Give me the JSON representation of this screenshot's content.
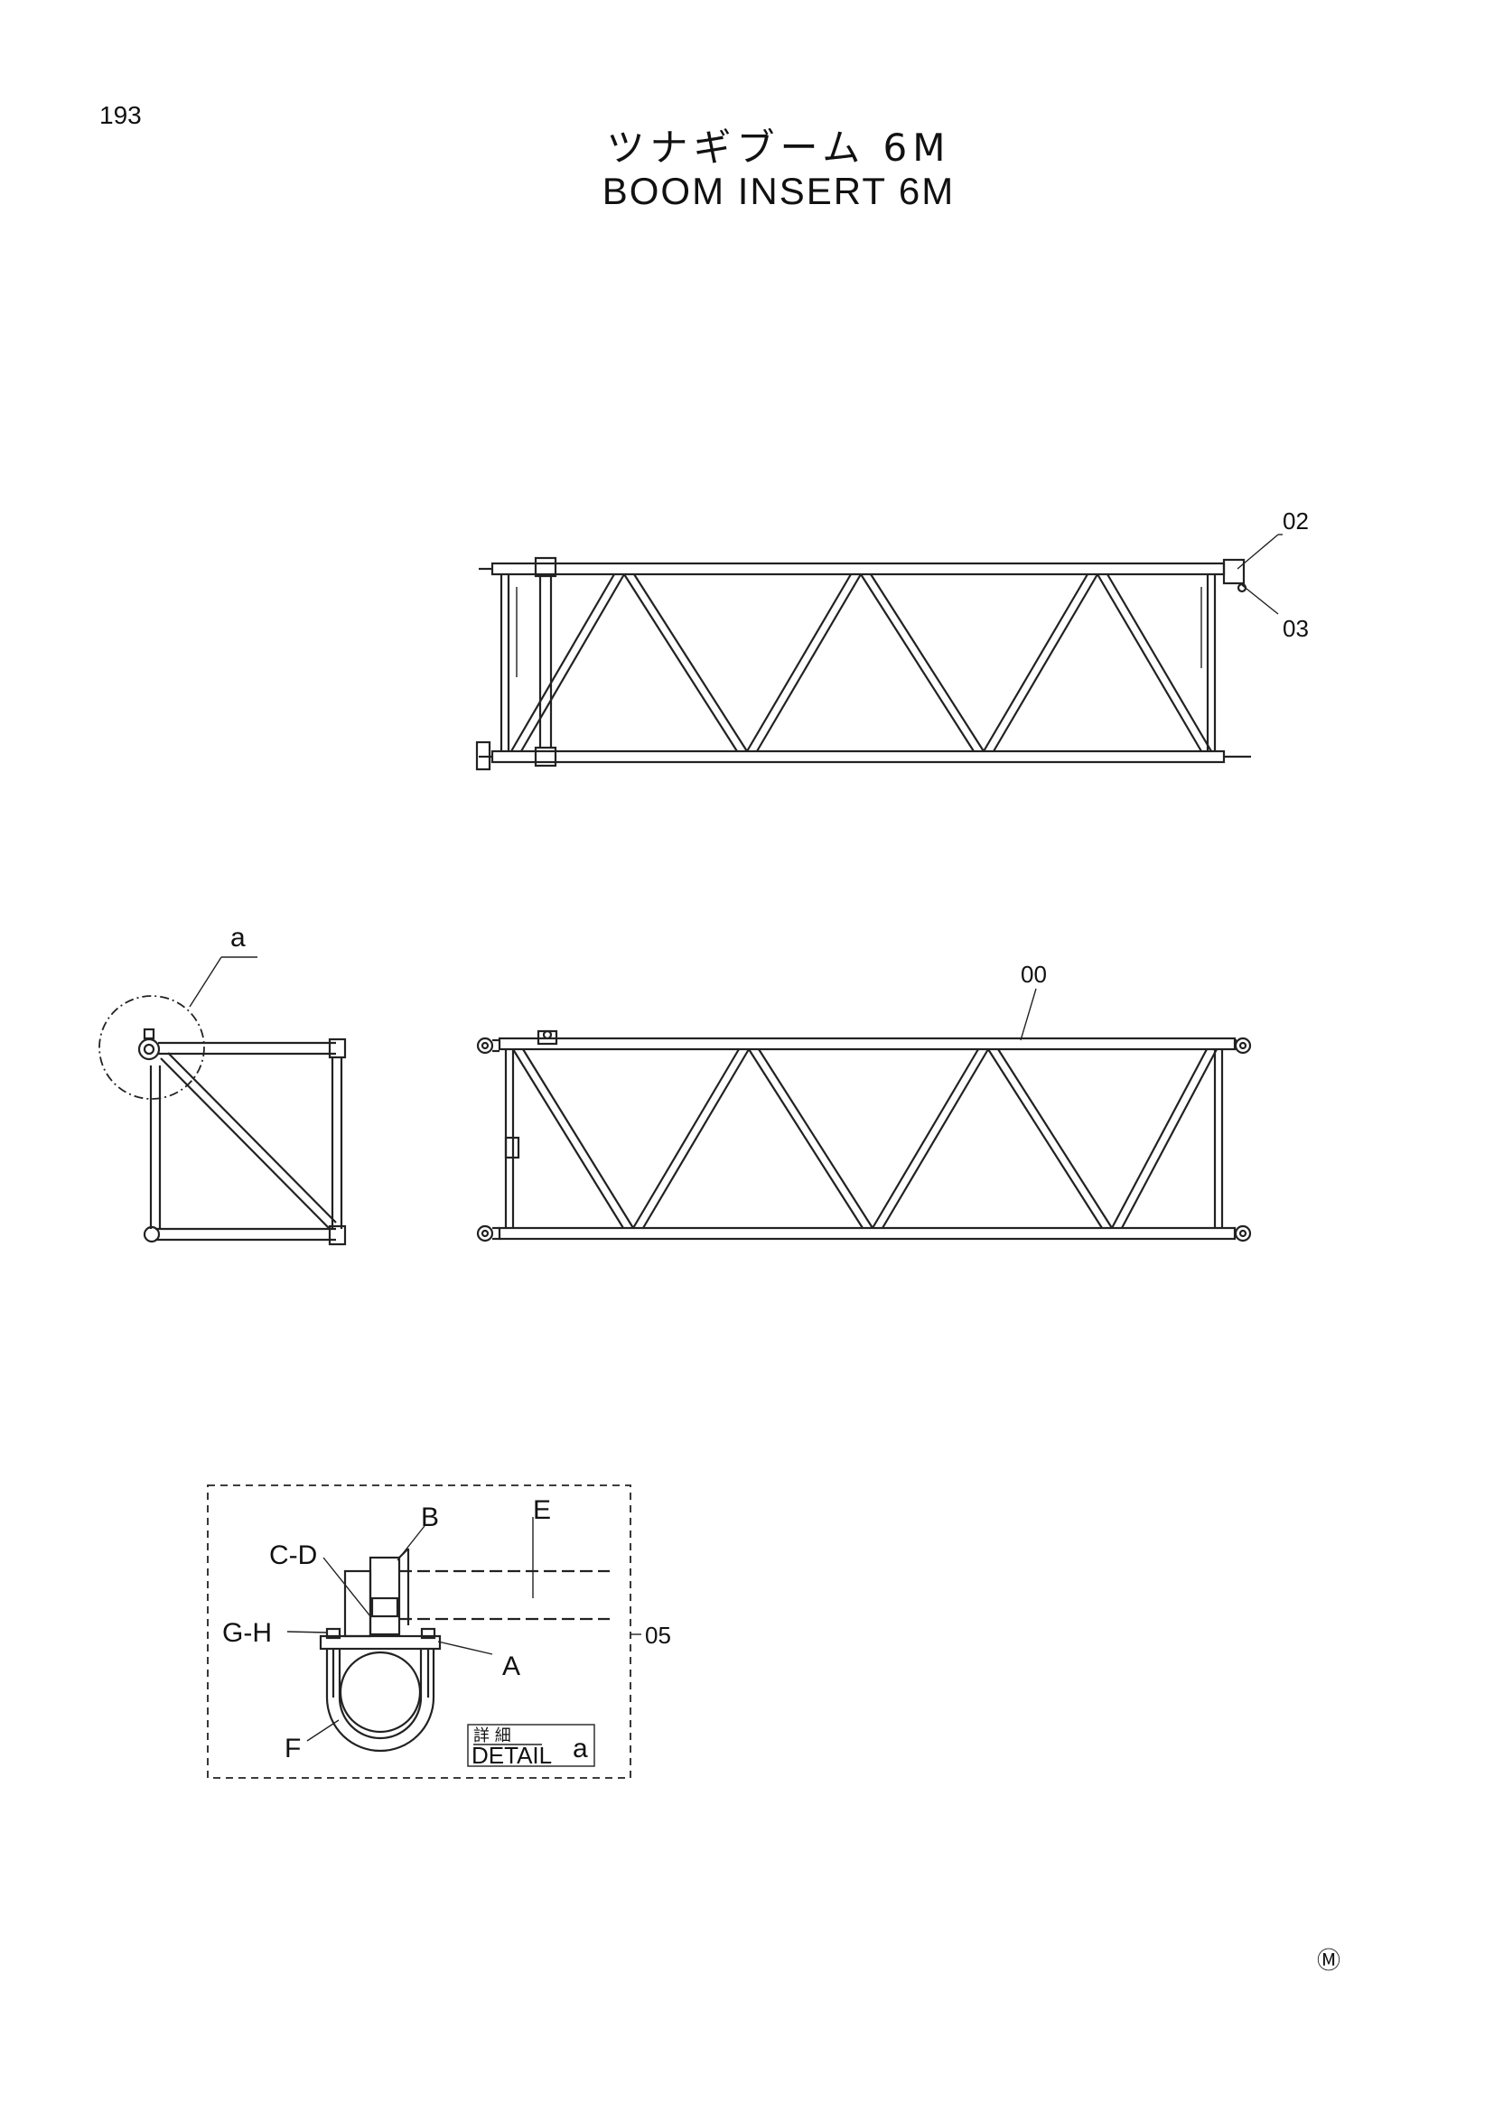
{
  "page": {
    "number": "193",
    "title_jp": "ツナギブーム 6M",
    "title_en": "BOOM INSERT 6M",
    "mark": "Ⓜ"
  },
  "callouts": {
    "top_view": [
      "02",
      "03"
    ],
    "side_view": [
      "00"
    ],
    "end_view": [
      "a"
    ],
    "detail_ref": "05"
  },
  "detail": {
    "label_jp": "詳 細",
    "label_en": "DETAIL",
    "label_suffix": "a",
    "parts": [
      "A",
      "B",
      "C-D",
      "E",
      "F",
      "G-H"
    ]
  }
}
